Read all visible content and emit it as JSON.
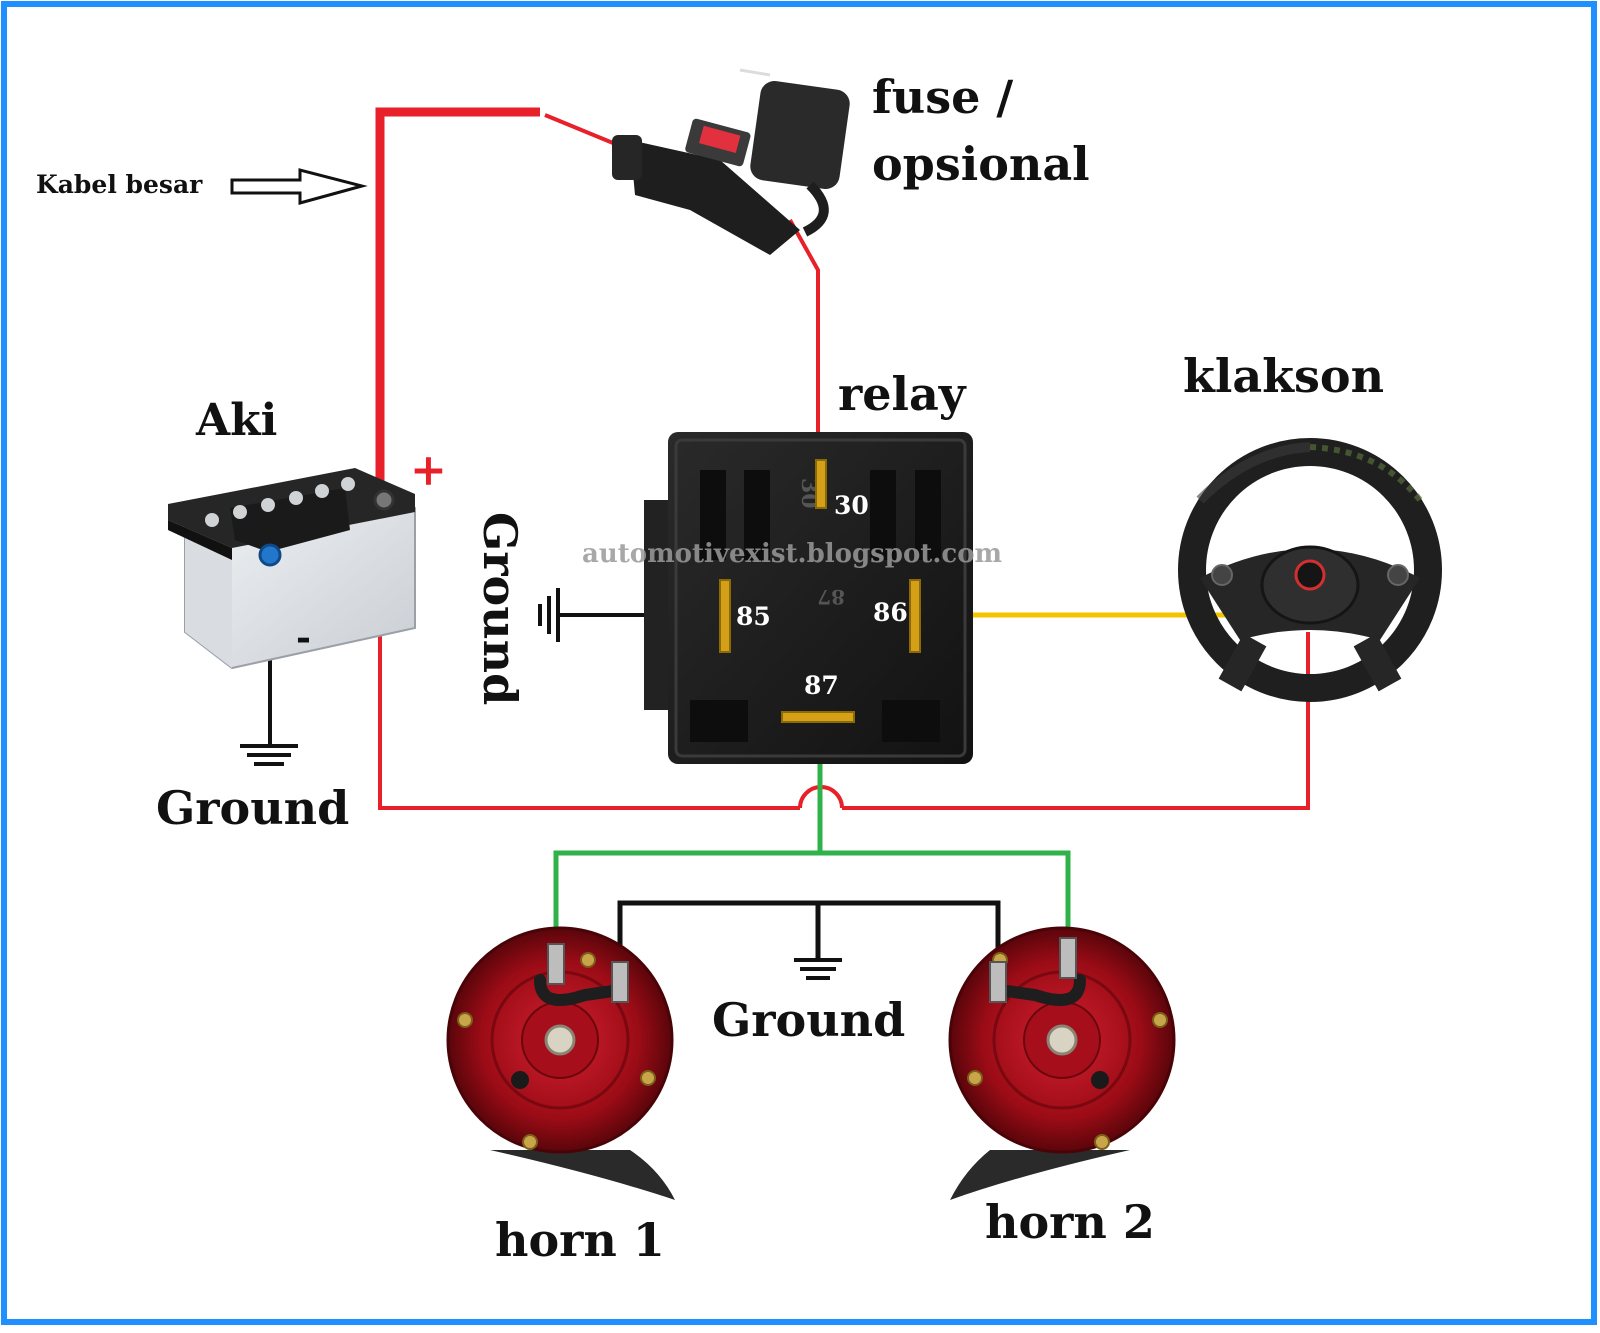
{
  "labels": {
    "kabel_besar": "Kabel besar",
    "fuse_line1": "fuse /",
    "fuse_line2": "opsional",
    "aki": "Aki",
    "plus": "+",
    "minus": "-",
    "relay": "relay",
    "klakson": "klakson",
    "ground_battery": "Ground",
    "ground_relay": "Ground",
    "ground_horns": "Ground",
    "horn1": "horn 1",
    "horn2": "horn 2",
    "watermark": "automotivexist.blogspot.com"
  },
  "relay_pins": {
    "p30": "30",
    "p85": "85",
    "p86": "86",
    "p87": "87",
    "emboss30": "30",
    "emboss87": "87"
  },
  "colors": {
    "frame": "#1e90ff",
    "power_wire": "#e8202a",
    "signal_wire": "#f5c400",
    "horn_wire": "#2fb24a",
    "ground_wire": "#111111",
    "relay_body": "#1b1b1b",
    "horn_red": "#b8101c"
  }
}
